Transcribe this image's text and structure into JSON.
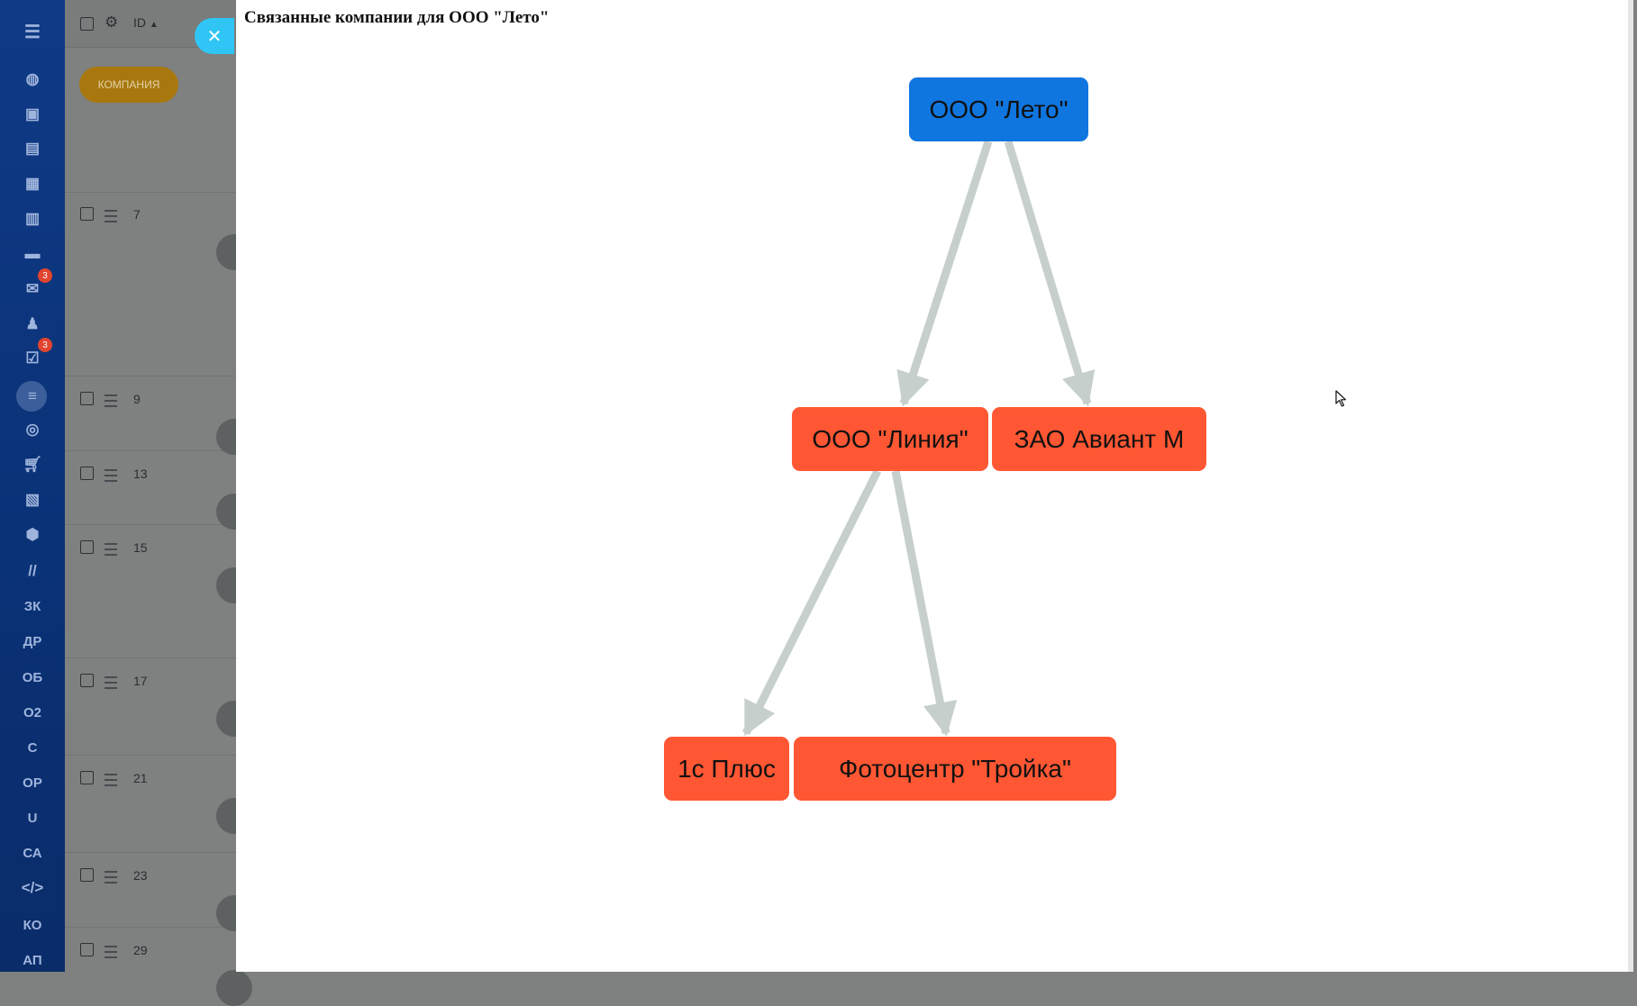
{
  "panel": {
    "title": "Связанные компании для ООО \"Лето\"",
    "close_icon": "close-icon"
  },
  "list": {
    "header_id_label": "ID",
    "header_sort": "ascending",
    "company_pill_label": "КОМПАНИЯ",
    "rows": [
      {
        "id": "7"
      },
      {
        "id": "9"
      },
      {
        "id": "13"
      },
      {
        "id": "15"
      },
      {
        "id": "17"
      },
      {
        "id": "21"
      },
      {
        "id": "23"
      },
      {
        "id": "29"
      }
    ]
  },
  "sidebar": {
    "items": [
      {
        "icon": "menu-icon"
      },
      {
        "icon": "feed-icon"
      },
      {
        "icon": "tasks-icon"
      },
      {
        "icon": "chat-icon"
      },
      {
        "icon": "calendar-icon"
      },
      {
        "icon": "document-icon"
      },
      {
        "icon": "drive-icon"
      },
      {
        "icon": "mail-icon",
        "badge": "3"
      },
      {
        "icon": "contacts-icon"
      },
      {
        "icon": "checklist-icon",
        "badge": "3"
      },
      {
        "icon": "crm-filter-icon",
        "active": true
      },
      {
        "icon": "target-icon"
      },
      {
        "icon": "cart-icon"
      },
      {
        "icon": "contact-card-icon"
      },
      {
        "icon": "box-icon"
      },
      {
        "icon": "mind-map-icon"
      },
      {
        "label": "ЗК"
      },
      {
        "label": "ДР"
      },
      {
        "label": "ОБ"
      },
      {
        "label": "О2"
      },
      {
        "label": "С"
      },
      {
        "label": "ОР"
      },
      {
        "label": "U"
      },
      {
        "label": "СА"
      },
      {
        "icon": "code-icon"
      },
      {
        "label": "КО"
      },
      {
        "label": "АП"
      }
    ]
  },
  "graph": {
    "nodes": [
      {
        "id": "leto",
        "label": "ООО \"Лето\"",
        "role": "root"
      },
      {
        "id": "liniya",
        "label": "ООО \"Линия\"",
        "role": "related"
      },
      {
        "id": "aviant",
        "label": "ЗАО Авиант М",
        "role": "related"
      },
      {
        "id": "plus1c",
        "label": "1с Плюс",
        "role": "related"
      },
      {
        "id": "troika",
        "label": "Фотоцентр \"Тройка\"",
        "role": "related"
      }
    ],
    "edges": [
      {
        "from": "leto",
        "to": "liniya"
      },
      {
        "from": "leto",
        "to": "aviant"
      },
      {
        "from": "liniya",
        "to": "plus1c"
      },
      {
        "from": "liniya",
        "to": "troika"
      }
    ],
    "colors": {
      "root": "#0f76e0",
      "related": "#ff5733",
      "edge": "#c7cfcd"
    }
  }
}
